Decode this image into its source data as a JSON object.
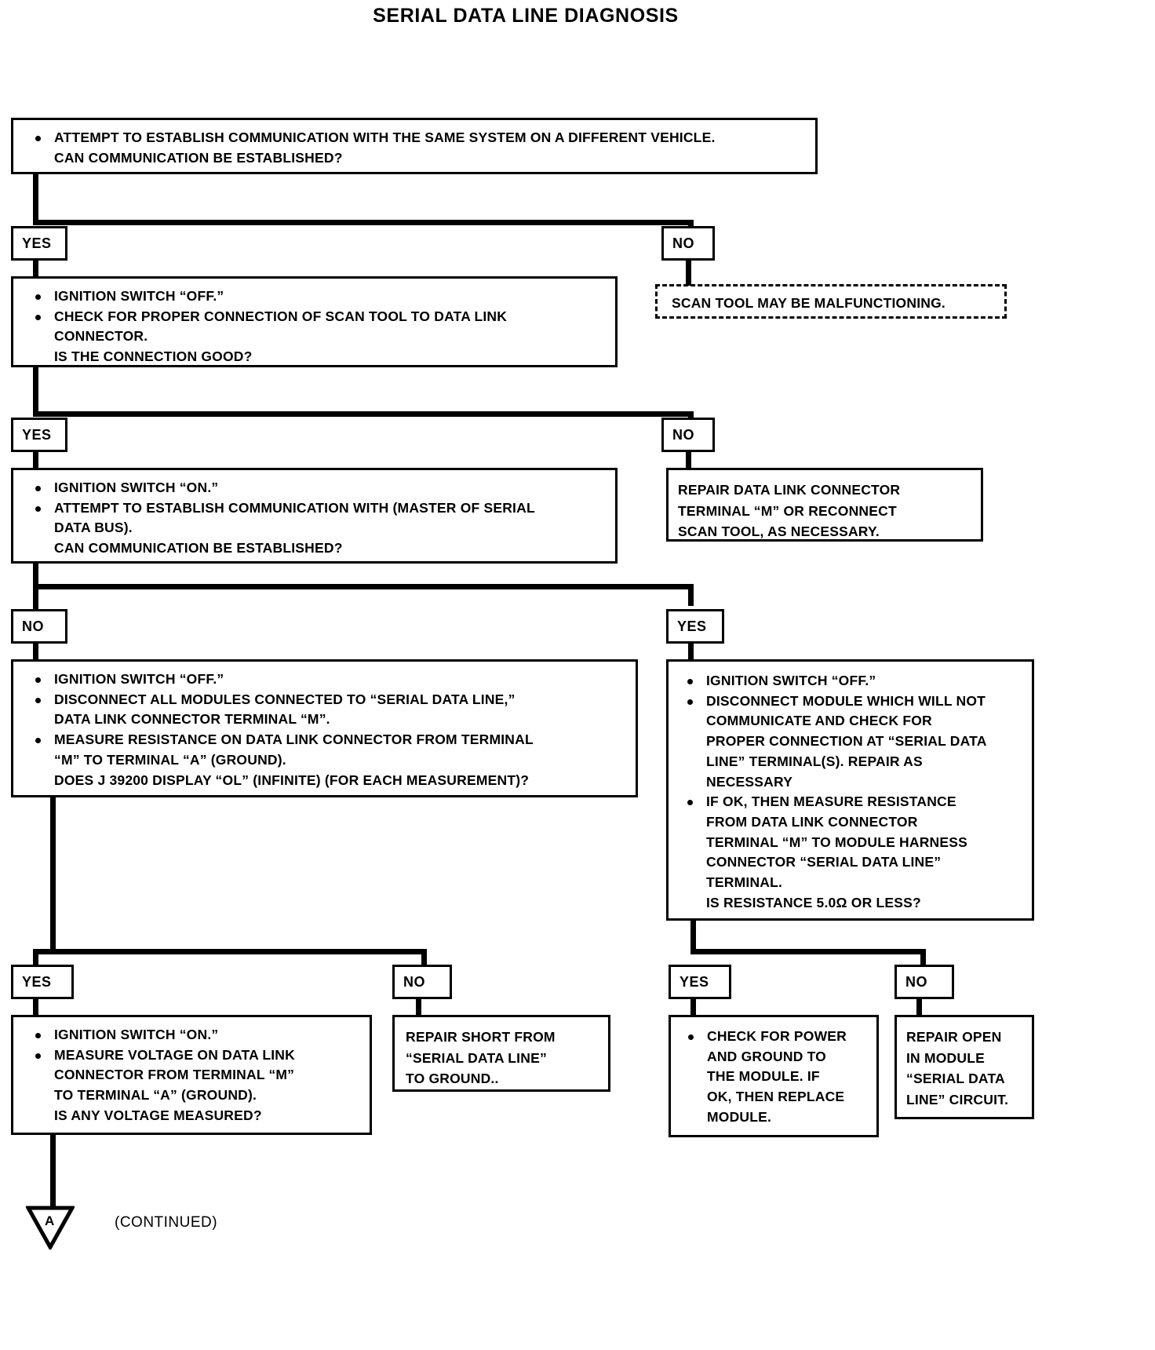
{
  "page": {
    "title": "SERIAL DATA LINE DIAGNOSIS",
    "continued_label": "(CONTINUED)",
    "connector_label": "A",
    "ink_color": "#000000",
    "background_color": "#ffffff"
  },
  "labels": {
    "yes": "YES",
    "no": "NO"
  },
  "nodes": {
    "step1": {
      "lines": [
        "ATTEMPT TO ESTABLISH COMMUNICATION WITH THE SAME SYSTEM ON A DIFFERENT VEHICLE.",
        "CAN COMMUNICATION BE ESTABLISHED?"
      ]
    },
    "scan_tool_malfunction": {
      "lines": [
        "SCAN TOOL MAY BE MALFUNCTIONING."
      ]
    },
    "step2": {
      "lines": [
        "IGNITION SWITCH “OFF.”",
        "CHECK FOR PROPER CONNECTION OF SCAN TOOL TO DATA LINK",
        "CONNECTOR.",
        "IS THE CONNECTION GOOD?"
      ]
    },
    "repair_dlc": {
      "lines": [
        "REPAIR DATA LINK CONNECTOR",
        "TERMINAL “M” OR RECONNECT",
        "SCAN TOOL, AS NECESSARY."
      ]
    },
    "step3": {
      "lines": [
        "IGNITION SWITCH “ON.”",
        "ATTEMPT TO ESTABLISH COMMUNICATION WITH (MASTER OF SERIAL",
        "DATA BUS).",
        "CAN COMMUNICATION BE ESTABLISHED?"
      ]
    },
    "step4_left": {
      "lines": [
        "IGNITION SWITCH “OFF.”",
        "DISCONNECT ALL MODULES CONNECTED TO “SERIAL DATA LINE,”",
        "DATA LINK CONNECTOR TERMINAL “M”.",
        "MEASURE RESISTANCE ON DATA LINK CONNECTOR FROM TERMINAL",
        "“M” TO TERMINAL “A” (GROUND).",
        "DOES J 39200 DISPLAY “OL” (INFINITE) (FOR EACH MEASUREMENT)?"
      ]
    },
    "step4_right": {
      "lines": [
        "IGNITION SWITCH “OFF.”",
        "DISCONNECT MODULE WHICH WILL NOT",
        "COMMUNICATE AND CHECK FOR",
        "PROPER CONNECTION AT “SERIAL DATA",
        "LINE” TERMINAL(S). REPAIR AS",
        "NECESSARY",
        "IF OK, THEN MEASURE RESISTANCE",
        "FROM DATA LINK CONNECTOR",
        "TERMINAL “M” TO MODULE HARNESS",
        "CONNECTOR “SERIAL DATA LINE”",
        "TERMINAL.",
        "IS RESISTANCE 5.0Ω OR LESS?"
      ]
    },
    "step5_voltage": {
      "lines": [
        "IGNITION SWITCH “ON.”",
        "MEASURE VOLTAGE ON DATA LINK",
        "CONNECTOR FROM TERMINAL “M”",
        "TO TERMINAL “A” (GROUND).",
        "IS ANY VOLTAGE MEASURED?"
      ]
    },
    "repair_short": {
      "lines": [
        "REPAIR SHORT FROM",
        "“SERIAL DATA LINE”",
        "TO GROUND.."
      ]
    },
    "check_power": {
      "lines": [
        "CHECK FOR POWER",
        "AND GROUND TO",
        "THE MODULE. IF",
        "OK, THEN REPLACE",
        "MODULE."
      ]
    },
    "repair_open": {
      "lines": [
        "REPAIR OPEN",
        "IN MODULE",
        "“SERIAL DATA",
        "LINE” CIRCUIT."
      ]
    }
  }
}
